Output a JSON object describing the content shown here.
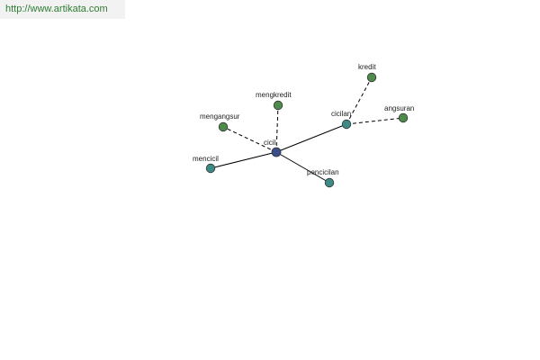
{
  "source": {
    "url_text": "http://www.artikata.com"
  },
  "colors": {
    "center": "#3a4e8c",
    "direct": "#3d8a86",
    "related": "#4e8a4a",
    "source_link": "#2e7d32"
  },
  "graph": {
    "nodes": [
      {
        "id": "cicil",
        "label": "cicil",
        "kind": "center"
      },
      {
        "id": "mencicil",
        "label": "mencicil",
        "kind": "direct"
      },
      {
        "id": "pencicilan",
        "label": "pencicilan",
        "kind": "direct"
      },
      {
        "id": "cicilan",
        "label": "cicilan",
        "kind": "direct"
      },
      {
        "id": "mengkredit",
        "label": "mengkredit",
        "kind": "related"
      },
      {
        "id": "mengangsur",
        "label": "mengangsur",
        "kind": "related"
      },
      {
        "id": "kredit",
        "label": "kredit",
        "kind": "related"
      },
      {
        "id": "angsuran",
        "label": "angsuran",
        "kind": "related"
      }
    ],
    "edges": [
      {
        "from": "cicil",
        "to": "mencicil",
        "style": "solid"
      },
      {
        "from": "cicil",
        "to": "pencicilan",
        "style": "solid"
      },
      {
        "from": "cicil",
        "to": "cicilan",
        "style": "solid"
      },
      {
        "from": "cicil",
        "to": "mengkredit",
        "style": "dashed"
      },
      {
        "from": "cicil",
        "to": "mengangsur",
        "style": "dashed"
      },
      {
        "from": "cicilan",
        "to": "kredit",
        "style": "dashed"
      },
      {
        "from": "cicilan",
        "to": "angsuran",
        "style": "dashed"
      }
    ]
  }
}
